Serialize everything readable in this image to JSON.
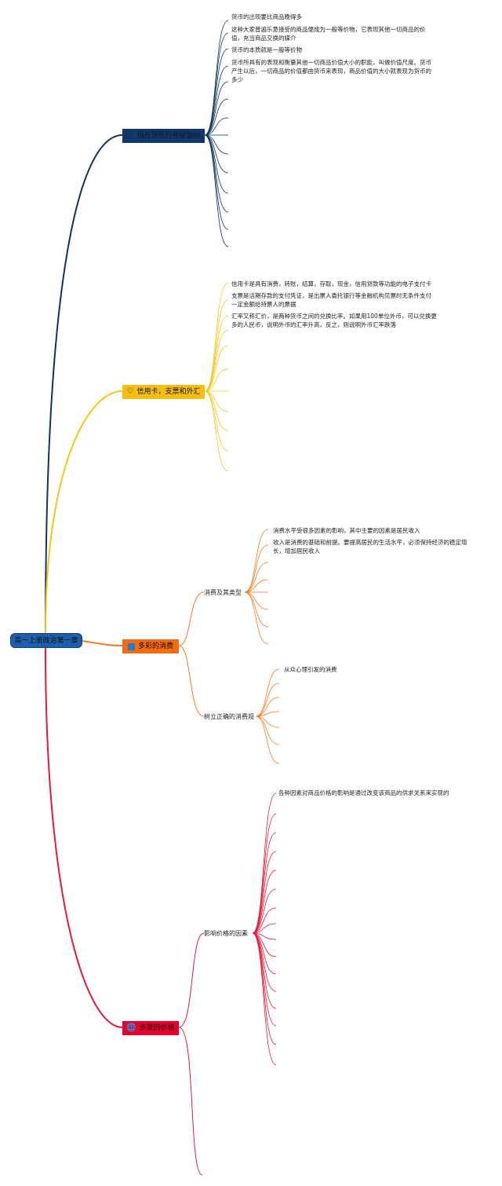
{
  "colors": {
    "root": "#1d5fae",
    "branch0": "#0f3460",
    "branch1": "#f5c518",
    "branch2": "#f47a20",
    "branch3": "#e31b38"
  },
  "root": {
    "label": "高一上册政治第一章"
  },
  "branches": [
    {
      "label": "揭开货币的神秘面纱",
      "icon": "heart-icon",
      "leaves": [
        "货币的出现要比商品晚得多",
        "这种大家普遍乐意接受的商品便成为一般等价物，它表现其他一切商品的价值，充当商品交换的媒介",
        "货币的本质就是一般等价物",
        "货币所具有的表现和衡量其他一切商品价值大小的职能，叫做价值尺度。货币产生以后，一切商品的价值都由货币来表现，商品价值的大小就表现为货币的多少"
      ]
    },
    {
      "label": "信用卡，支票和外汇",
      "icon": "heart-icon",
      "leaves": [
        "信用卡是具有消费，转账，结算，存取，现金，信用贷款等功能的电子支付卡",
        "支票是活期存款的支付凭证，是出票人委托银行等金融机构见票时无条件支付一定金额给持票人的票据",
        "汇率又称汇价，是两种货币之间的兑换比率。如果用100单位外币，可以兑换更多的人民币，说明外币的汇率升高，反之，则说明外币汇率跌落"
      ]
    },
    {
      "label": "多彩的消费",
      "icon": "square-icon",
      "subs": [
        {
          "label": "消费及其类型",
          "leaves": [
            "消费水平受很多因素的影响，其中主要的因素是居民收入",
            "收入是消费的基础和前提。要提高居民的生活水平，必须保持经济的稳定增长，增加居民收入"
          ]
        },
        {
          "label": "树立正确的消费观",
          "leaves": [
            "从众心理引发的消费"
          ]
        }
      ]
    },
    {
      "label": "多变的价格",
      "icon": "globe-icon",
      "subs": [
        {
          "label": "影响价格的因素",
          "leaves": [
            "各种因素对商品价格的影响是通过改变该商品的供求关系来实现的"
          ]
        }
      ]
    }
  ]
}
